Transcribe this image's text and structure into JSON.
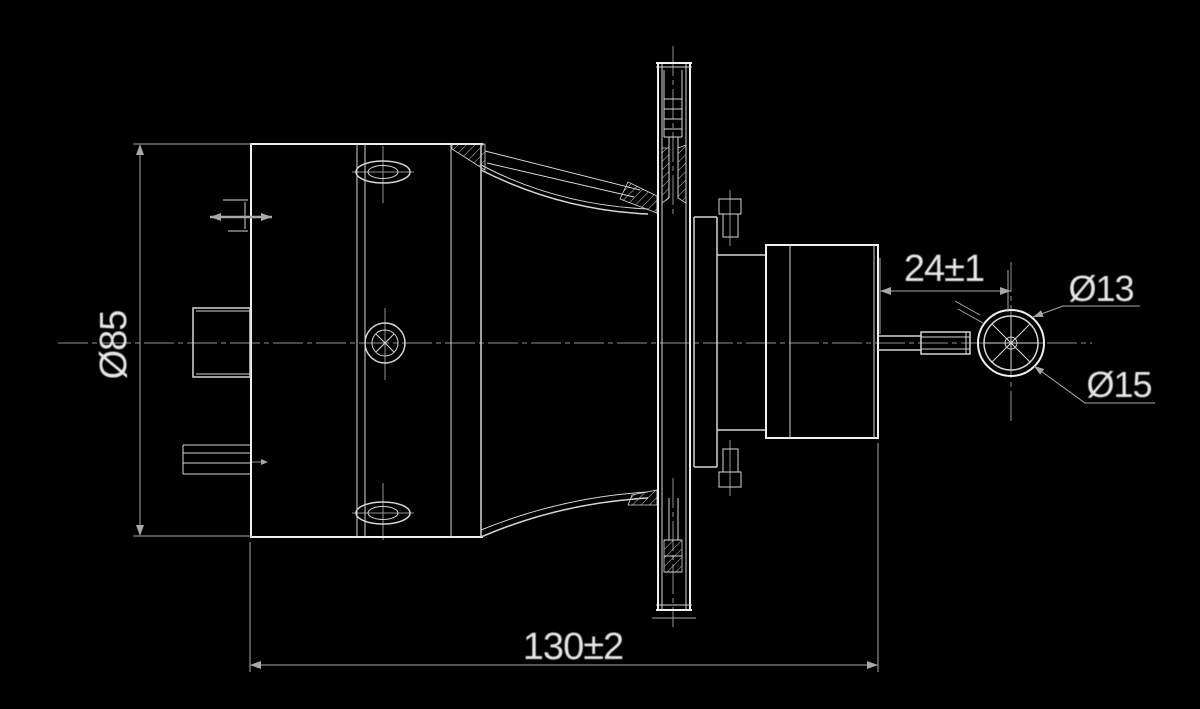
{
  "meta": {
    "colors": {
      "bg": "#000000",
      "line-strong": "#f0f0f0",
      "line": "#d6d6d6",
      "line-dim": "#a8a8a8",
      "centerline": "#8f8f8f",
      "text": "#e6e6e6"
    }
  },
  "dimensions": {
    "overall_length": "130±2",
    "body_diameter": "Ø85",
    "shaft_section_length": "24±1",
    "shaft_tip_diameter": "Ø13",
    "spline_outer_diameter": "Ø15"
  }
}
